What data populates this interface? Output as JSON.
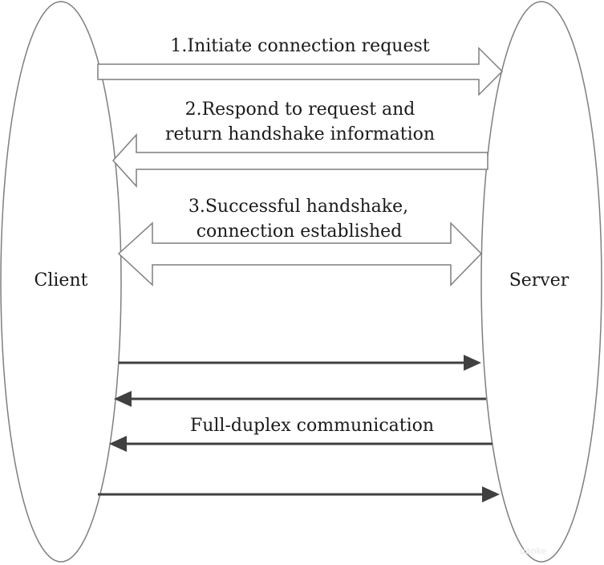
{
  "nodes": {
    "client": {
      "label": "Client"
    },
    "server": {
      "label": "Server"
    }
  },
  "steps": {
    "initiate": {
      "line1": "1.Initiate connection request"
    },
    "respond": {
      "line1": "2.Respond to request and",
      "line2": "return handshake information"
    },
    "established": {
      "line1": "3.Successful handshake,",
      "line2": "connection established"
    }
  },
  "communication": {
    "label": "Full-duplex communication"
  },
  "watermark": {
    "text": "uanke"
  },
  "colors": {
    "outline": "#7f7f7f",
    "arrow": "#404040",
    "text": "#1a1a1a"
  }
}
